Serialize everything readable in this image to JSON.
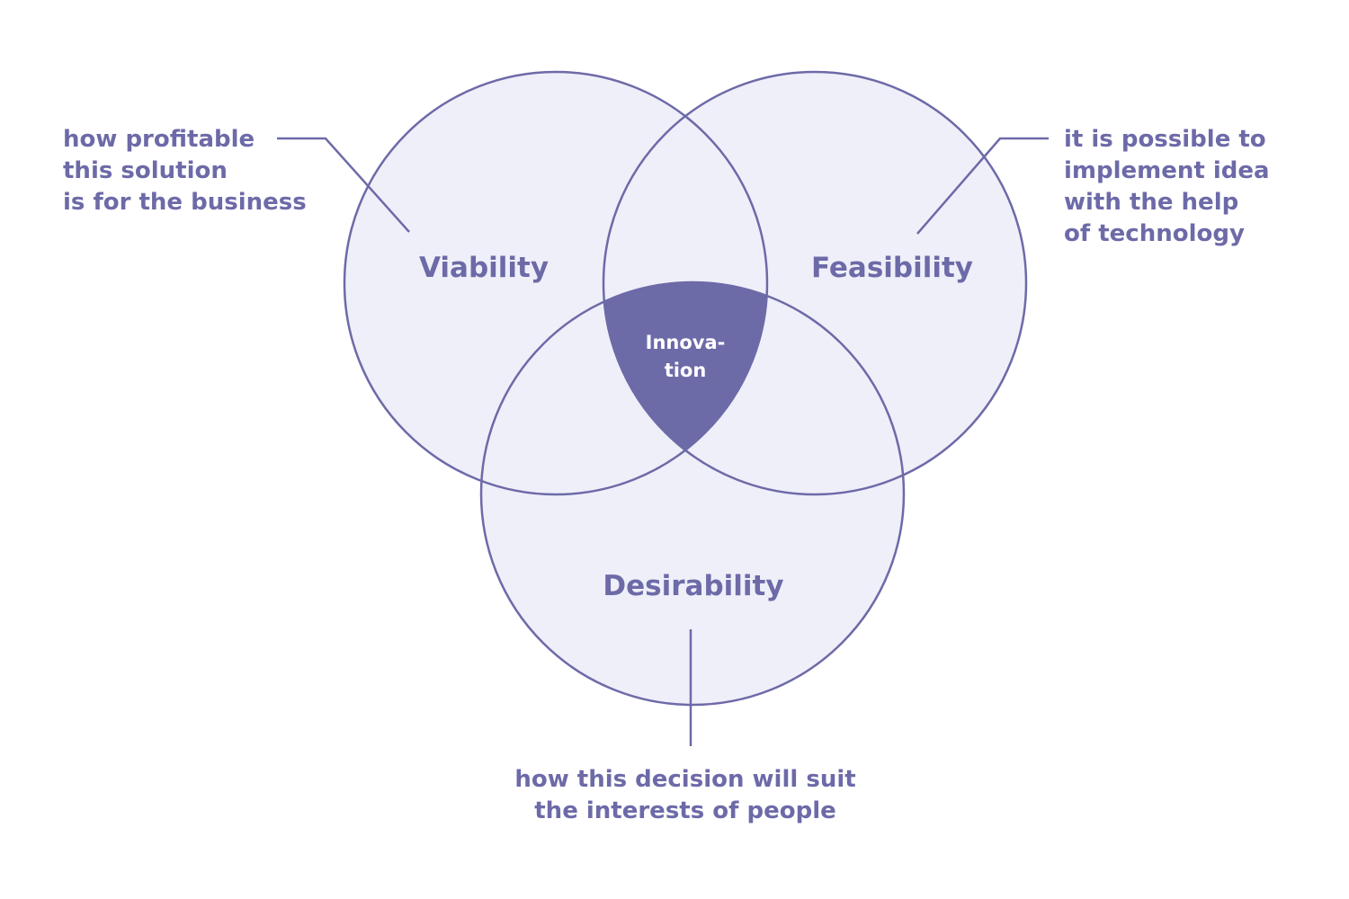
{
  "diagram": {
    "circles": {
      "viability": "Viability",
      "feasibility": "Feasibility",
      "desirability": "Desirability"
    },
    "intersection": {
      "line1": "Innova-",
      "line2": "tion"
    },
    "annotations": {
      "viability": [
        "how profitable",
        "this solution",
        "is for the business"
      ],
      "feasibility": [
        "it is possible to",
        "implement idea",
        "with the help",
        "of technology"
      ],
      "desirability": [
        "how this decision will suit",
        "the interests of people"
      ]
    },
    "colors": {
      "circle_fill": "#efeff9",
      "outline": "#6d6aa8",
      "intersection_fill": "#6d6aa8",
      "text": "#6d6aa8"
    }
  }
}
